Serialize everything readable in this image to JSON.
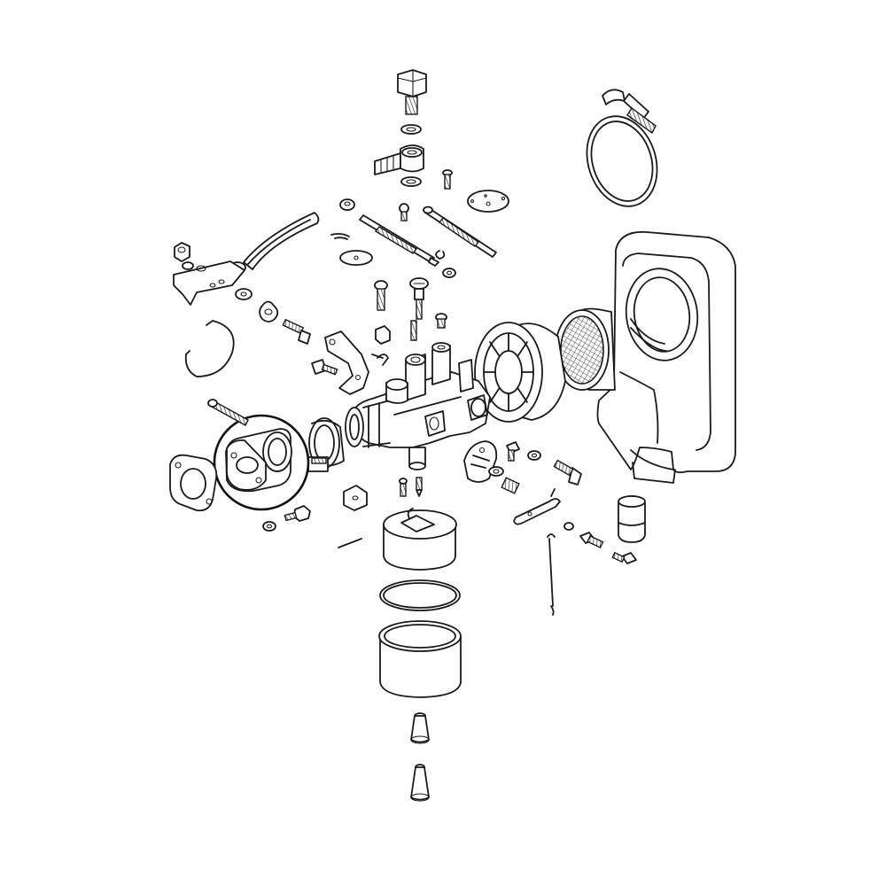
{
  "diagram": {
    "kind": "exploded-parts-view",
    "subject": "carburettor-assembly",
    "line_color": "#1a1a1a",
    "background": "#ffffff",
    "highlight_color": "#111111",
    "highlighted_part": "intake-manifold",
    "labels": []
  }
}
